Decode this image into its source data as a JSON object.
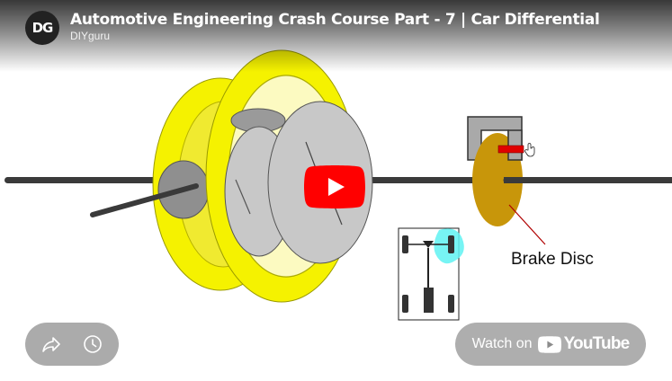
{
  "header": {
    "avatar_text": "DG",
    "title": "Automotive Engineering Crash Course Part - 7 | Car Differential",
    "channel": "DIYguru"
  },
  "video_frame": {
    "annotation": "Brake Disc",
    "colors": {
      "housing_yellow": "#f5f200",
      "gear_gray": "#c8c8c8",
      "shaft": "#3a3a3a",
      "brake_disc": "#c8960a",
      "caliper": "#a9a9a9",
      "brake_pad": "#e00000",
      "wheel_highlight": "#5ff2f2"
    }
  },
  "player": {
    "play_icon": "youtube-play-icon",
    "share_icon": "share-icon",
    "watch_later_icon": "clock-icon",
    "watch_on_label": "Watch on",
    "youtube_wordmark": "YouTube",
    "play_red": "#ff0000"
  }
}
